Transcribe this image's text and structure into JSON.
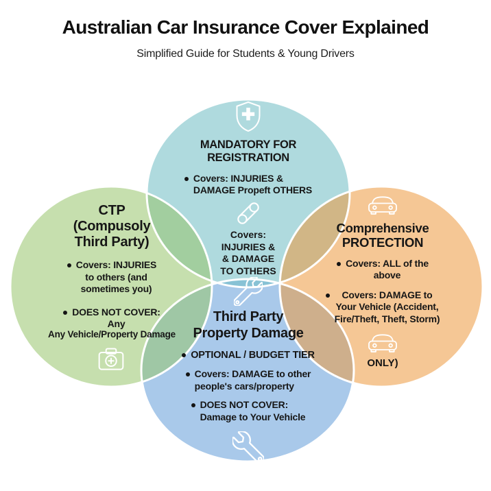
{
  "title": "Australian Car Insurance Cover Explained",
  "subtitle": "Simplified Guide for Students & Young Drivers",
  "colors": {
    "teal_fill": "#6ebcc3",
    "green_fill": "#97c56c",
    "orange_fill": "#ed993e",
    "blue_fill": "#639dd9",
    "circle_stroke": "#ffffff",
    "text": "#161616",
    "background": "#ffffff"
  },
  "icons": {
    "top": "shield-cross-icon",
    "center": "double-spanner-icon",
    "left": "first-aid-kit-icon",
    "right": "car-front-icon",
    "bottom": "wrench-icon"
  },
  "top_circle": {
    "heading": "MANDATORY FOR\nREGISTRATION",
    "items": [
      {
        "text": "Covers: INJURIES &\nDAMAGE Propeft OTHERS"
      }
    ]
  },
  "center_overlap": {
    "text": "Covers:\nINJURIES &\n& DAMAGE\nTO OTHERS"
  },
  "left_circle": {
    "heading": "CTP\n(Compusoly\nThird Party)",
    "items": [
      {
        "text": "Covers: INJURIES\nto others (and\nsometimes you)"
      },
      {
        "text": "DOES NOT COVER:\nAny"
      }
    ],
    "footnote": "Any Vehicle/Property Damage"
  },
  "right_circle": {
    "heading": "Comprehensive\nPROTECTION",
    "items": [
      {
        "text": "Covers: ALL of the\nabove"
      },
      {
        "text": "Covers: DAMAGE to\nYour Vehicle (Accident,\nFire/Theft, Theft, Storm)"
      }
    ],
    "footnote": "ONLY)"
  },
  "bottom_circle": {
    "heading": "Third Party\nProperty Damage",
    "items": [
      {
        "text": "OPTIONAL / BUDGET TIER"
      },
      {
        "text": "Covers: DAMAGE to other\npeople's cars/property"
      },
      {
        "text": "DOES NOT COVER:\nDamage to Your Vehicle"
      }
    ]
  }
}
